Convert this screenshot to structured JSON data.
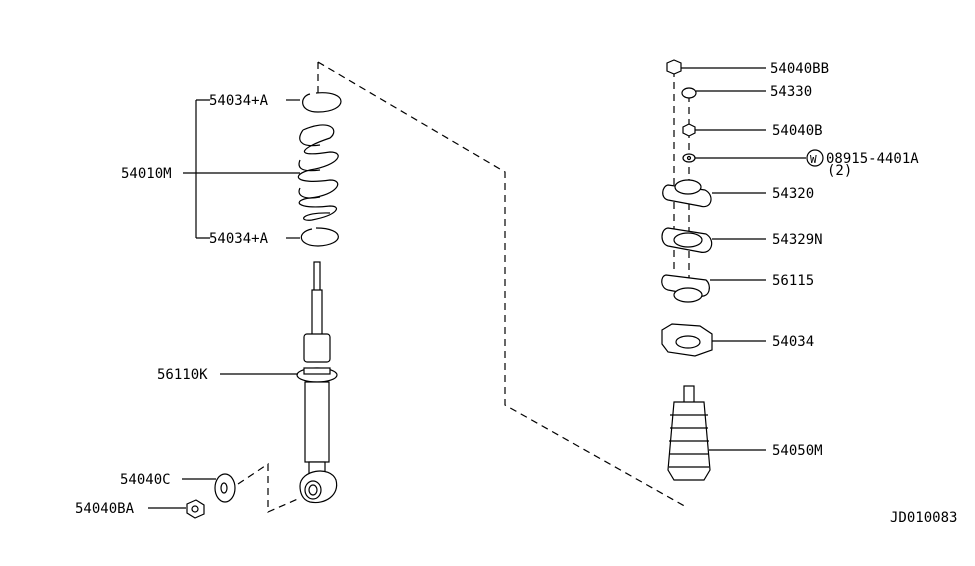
{
  "diagram": {
    "parts": {
      "spring_seat_upper": "54034+A",
      "spring_seat_lower": "54034+A",
      "coil_spring": "54010M",
      "shock_absorber": "56110K",
      "bushing": "54040C",
      "lower_nut": "54040BA",
      "top_nut": "54040BB",
      "cap": "54330",
      "nut": "54040B",
      "washer": "08915-4401A",
      "washer_qty": "(2)",
      "washer_mark": "W",
      "mount_insulator": "54320",
      "gasket": "54329N",
      "mount_bracket": "56115",
      "bump_seat": "54034",
      "bound_bumper": "54050M"
    },
    "diagram_code": "JD010083"
  }
}
